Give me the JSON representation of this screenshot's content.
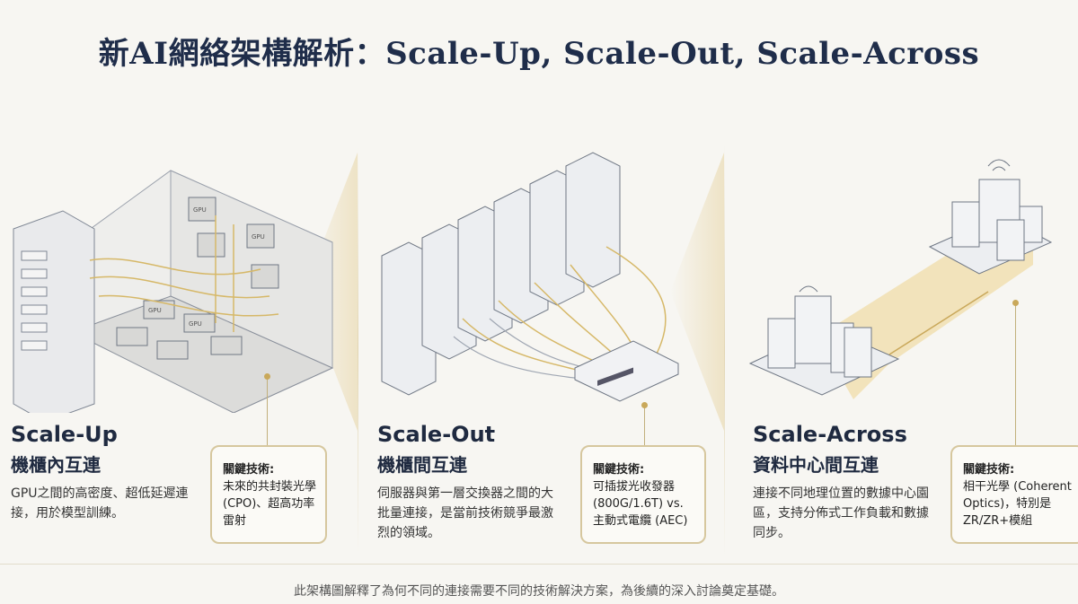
{
  "title": "新AI網絡架構解析：Scale-Up, Scale-Out, Scale-Across",
  "colors": {
    "navy": "#1f2d4a",
    "gold": "#c9a85a",
    "background": "#f7f6f2"
  },
  "sections": [
    {
      "heading": "Scale-Up",
      "subheading": "機櫃內互連",
      "description": "GPU之間的高密度、超低延遲連接，用於模型訓練。",
      "key_tech_label": "關鍵技術:",
      "key_tech": "未來的共封裝光學 (CPO)、超高功率雷射"
    },
    {
      "heading": "Scale-Out",
      "subheading": "機櫃間互連",
      "description": "伺服器與第一層交換器之間的大批量連接，是當前技術競爭最激烈的領域。",
      "key_tech_label": "關鍵技術:",
      "key_tech": "可插拔光收發器 (800G/1.6T) vs. 主動式電纜 (AEC)"
    },
    {
      "heading": "Scale-Across",
      "subheading": "資料中心間互連",
      "description": "連接不同地理位置的數據中心園區，支持分佈式工作負載和數據同步。",
      "key_tech_label": "關鍵技術:",
      "key_tech": "相干光學 (Coherent Optics)，特別是ZR/ZR+模組"
    }
  ],
  "illustration_labels": {
    "gpu": "GPU"
  },
  "footer": "此架構圖解釋了為何不同的連接需要不同的技術解決方案，為後續的深入討論奠定基礎。"
}
